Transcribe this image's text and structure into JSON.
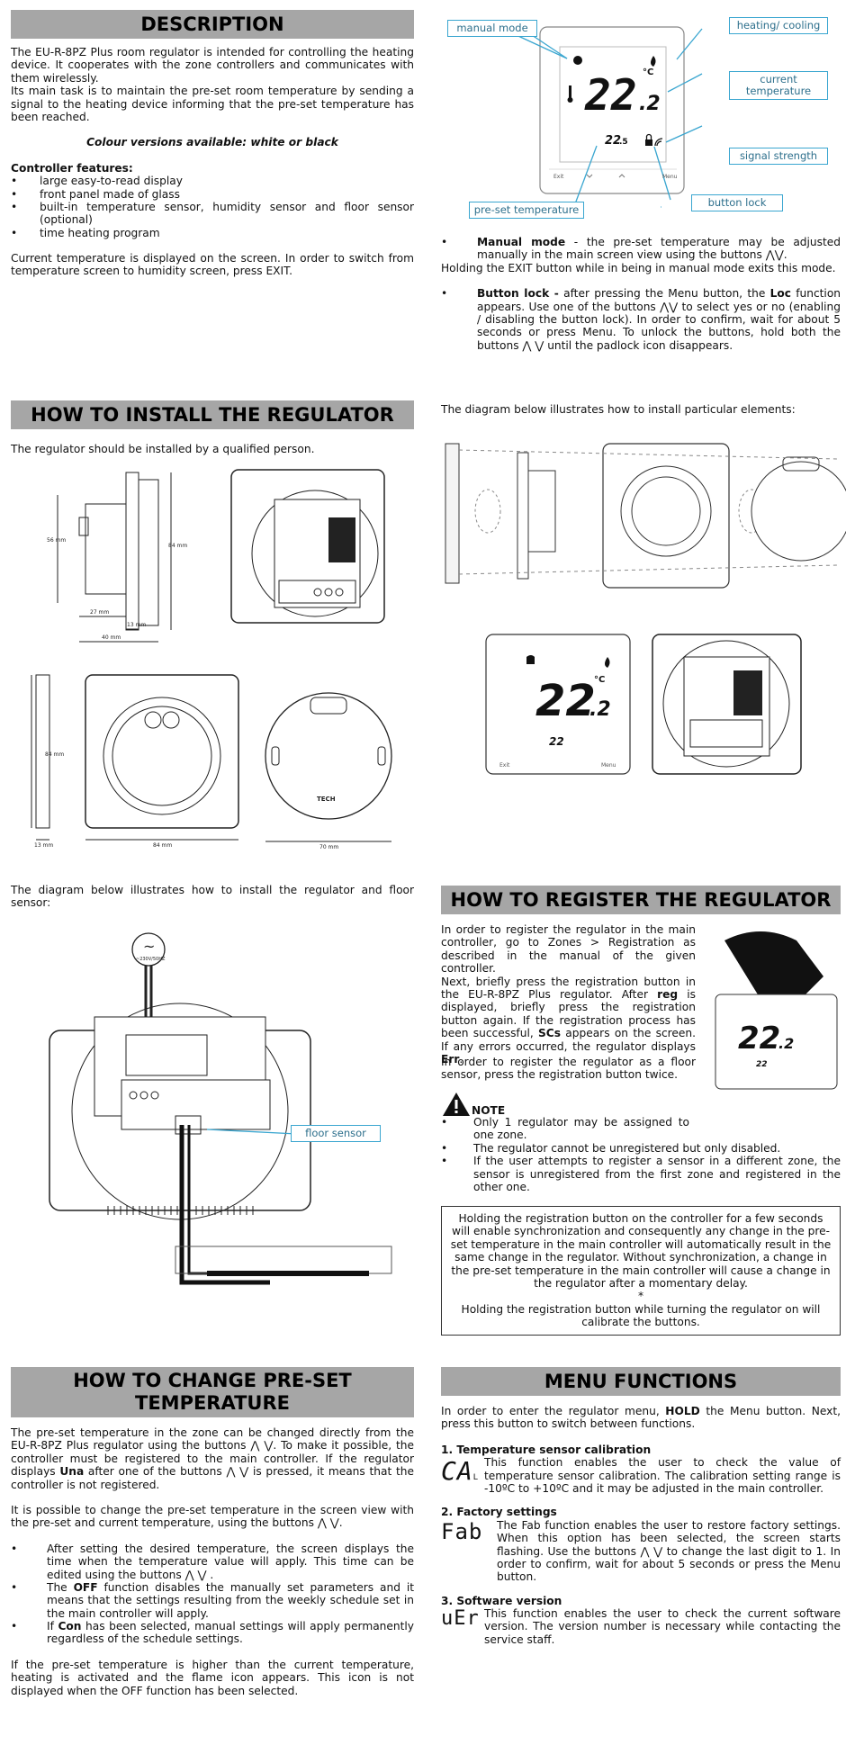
{
  "description": {
    "title": "DESCRIPTION",
    "intro1": "The EU-R-8PZ Plus room regulator is intended for controlling the heating device. It cooperates with the zone controllers and communicates with them wirelessly.",
    "intro2": "Its main task is to maintain the pre-set room temperature by sending a signal to the heating device informing that the pre-set temperature has been reached.",
    "colour": "Colour versions available: white or black",
    "features_title": "Controller features:",
    "features": [
      "large easy-to-read display",
      "front panel made of glass",
      "built-in temperature sensor, humidity sensor and floor sensor (optional)",
      "time heating program"
    ],
    "current_temp": "Current temperature is displayed on the screen. In order to switch from temperature screen to humidity screen, press EXIT."
  },
  "display_diagram": {
    "callouts": {
      "manual_mode": "manual mode",
      "heating_cooling": "heating/ cooling",
      "current_temperature": "current temperature",
      "signal_strength": "signal strength",
      "preset_temperature": "pre-set temperature",
      "button_lock": "button lock"
    },
    "big_temp": "22",
    "big_decimal": ".2",
    "unit": "°C",
    "small_temp": "22",
    "small_decimal": ".5",
    "btn_exit": "Exit",
    "btn_menu": "Menu"
  },
  "modes": {
    "manual_title": "Manual mode",
    "manual_text": " - the pre-set temperature may be adjusted manually in the main screen view using the buttons",
    "manual_exit": "Holding the EXIT button while in being in manual mode exits this mode.",
    "lock_title": "Button lock -",
    "lock_text_a": " after pressing the Menu button, the ",
    "lock_loc": "Loc",
    "lock_text_b": " function appears. Use one of the buttons",
    "lock_text_c": "to select yes or no (enabling / disabling the button lock). In order to confirm, wait for about 5 seconds or press Menu. To unlock the buttons, hold both the buttons",
    "lock_text_d": "until the padlock icon disappears."
  },
  "install": {
    "title": "HOW TO INSTALL THE REGULATOR",
    "qualified": "The regulator should be installed by a qualified person.",
    "diagram_intro": "The diagram below illustrates how to install particular elements:",
    "dims": {
      "d56": "56 mm",
      "d84": "84 mm",
      "d27": "27 mm",
      "d13": "13 mm",
      "d40": "40 mm",
      "d84b": "84 mm",
      "d13b": "13 mm",
      "d84c": "84 mm",
      "d70": "70 mm"
    },
    "floor_intro": "The diagram below illustrates how to install the regulator and floor sensor:",
    "floor_sensor": "floor sensor",
    "mains": "~230V/50HZ",
    "brand": "TECH"
  },
  "register": {
    "title": "HOW TO REGISTER THE REGULATOR",
    "p1": "In order to register the regulator in the main controller, go to Zones > Registration as described in the manual of the given controller.",
    "p2a": "Next, briefly press the registration button in the EU-R-8PZ Plus regulator. After ",
    "p2_reg": "reg",
    "p2b": " is displayed, briefly press the registration button again. If the registration process has been successful, ",
    "p2_scs": "SCs",
    "p2c": " appears on the screen. If any errors occurred, the regulator displays ",
    "p2_err": "Err",
    "p2d": ".",
    "p3": "In order to register the regulator as a floor sensor, press the registration button twice.",
    "note": "NOTE",
    "notes": [
      "Only 1 regulator may be assigned to one zone.",
      "The regulator cannot be unregistered but only disabled.",
      "If the user attempts to register a sensor in a different zone, the sensor is unregistered from the first zone and registered in the other one."
    ],
    "box1": "Holding the registration button on the controller for a few seconds will enable synchronization and consequently any change in the pre-set temperature in the main controller will automatically result in the same change in the regulator. Without synchronization, a change in the pre-set temperature in the main controller will cause a change in the regulator after a momentary delay.",
    "box_star": "*",
    "box2": "Holding the registration button while turning the regulator on will calibrate the buttons."
  },
  "change": {
    "title": "HOW TO CHANGE PRE-SET TEMPERATURE",
    "p1a": "The pre-set temperature in the zone can be changed directly from the EU-R-8PZ Plus regulator using the buttons",
    "p1b": ". To make it possible, the controller must be registered to the main controller. If the regulator displays ",
    "p1_una": "Una",
    "p1c": " after one of the buttons",
    "p1d": "is pressed, it means that the controller is not registered.",
    "p2": "It is possible to change the pre-set temperature in the screen view with the pre-set and current temperature, using the buttons",
    "b1": "After setting the desired temperature, the screen displays the time when the temperature value will apply. This time can be edited using the buttons",
    "b2a": "The ",
    "b2_off": "OFF",
    "b2b": " function disables the manually set parameters and it means that the settings resulting from the weekly schedule set in the main controller will apply.",
    "b3a": "If ",
    "b3_con": "Con",
    "b3b": " has been selected, manual settings will apply permanently regardless of the schedule settings.",
    "p3": "If the pre-set temperature is higher than the current temperature, heating is activated and the flame icon appears. This icon is not displayed when the OFF function has been selected."
  },
  "menu": {
    "title": "MENU FUNCTIONS",
    "intro_a": "In order to enter the regulator menu, ",
    "intro_hold": "HOLD",
    "intro_b": " the Menu button. Next, press this button to switch between functions.",
    "s1_title": "1. Temperature sensor calibration",
    "s1_icon": "CA",
    "s1_icon_sub": "L",
    "s1_text": "This function enables the user to check the value of temperature sensor calibration. The calibration setting range is -10ºC to +10ºC and it may be adjusted in the main controller.",
    "s2_title": "2. Factory settings",
    "s2_icon": "Fab",
    "s2_text_a": "The Fab function enables the user to restore factory settings. When this option has been selected, the screen starts flashing. Use the buttons",
    "s2_text_b": "to change the last digit to 1. In order to confirm, wait for about 5 seconds or press the Menu button.",
    "s3_title": "3. Software version",
    "s3_icon": "uEr",
    "s3_text": "This function enables the user to check the current software version. The version number is necessary while contacting the service staff."
  }
}
